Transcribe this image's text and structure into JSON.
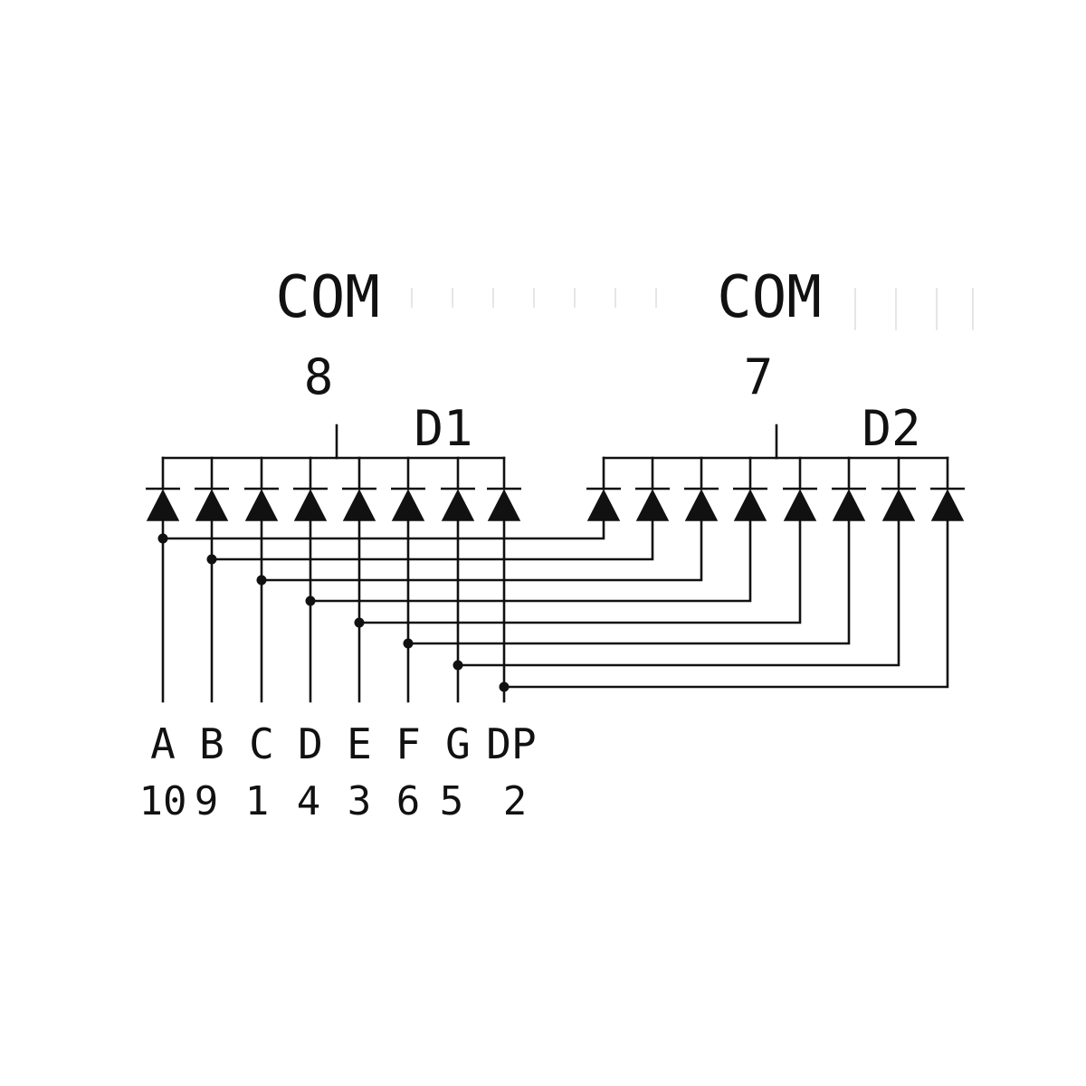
{
  "digits": [
    {
      "name": "D1",
      "common_label": "COM",
      "common_pin": "8"
    },
    {
      "name": "D2",
      "common_label": "COM",
      "common_pin": "7"
    }
  ],
  "segments": [
    {
      "name": "A",
      "pin": "10"
    },
    {
      "name": "B",
      "pin": "9"
    },
    {
      "name": "C",
      "pin": "1"
    },
    {
      "name": "D",
      "pin": "4"
    },
    {
      "name": "E",
      "pin": "3"
    },
    {
      "name": "F",
      "pin": "6"
    },
    {
      "name": "G",
      "pin": "5"
    },
    {
      "name": "DP",
      "pin": "2"
    }
  ],
  "colors": {
    "ink": "#111111",
    "background": "#ffffff"
  }
}
